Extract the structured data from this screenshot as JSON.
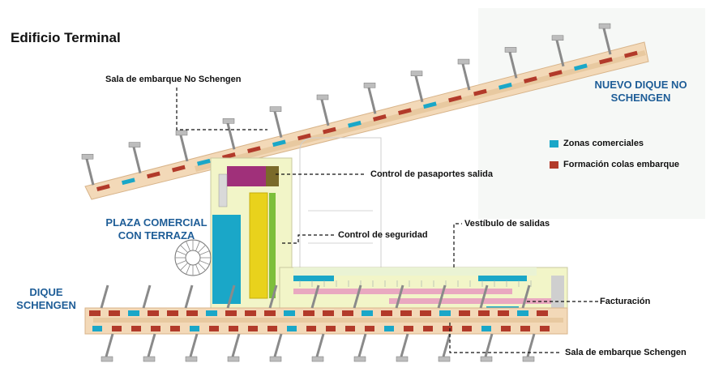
{
  "title": "Edificio Terminal",
  "zones": {
    "plaza": "PLAZA COMERCIAL\nCON TERRAZA",
    "dique_schengen": "DIQUE\nSCHENGEN",
    "nuevo_dique": "NUEVO DIQUE NO\nSCHENGEN"
  },
  "callouts": {
    "sala_no_schengen": "Sala de embarque No Schengen",
    "control_pasaportes": "Control de pasaportes salida",
    "control_seguridad": "Control de seguridad",
    "vestibulo": "Vestíbulo de salidas",
    "facturacion": "Facturación",
    "sala_schengen": "Sala de embarque Schengen"
  },
  "legend": [
    {
      "label": "Zonas comerciales",
      "color": "#1aa7c8"
    },
    {
      "label": "Formación colas embarque",
      "color": "#b23a2a"
    }
  ],
  "colors": {
    "pier": "#f3d9b8",
    "pier_edge": "#d8b48a",
    "commercial": "#1aa7c8",
    "queue": "#b23a2a",
    "security": "#e9d21c",
    "passport": "#a0307a",
    "hall": "#f2f5c8",
    "check_in": "#e9a8c0",
    "text_blue": "#1e5d97"
  }
}
